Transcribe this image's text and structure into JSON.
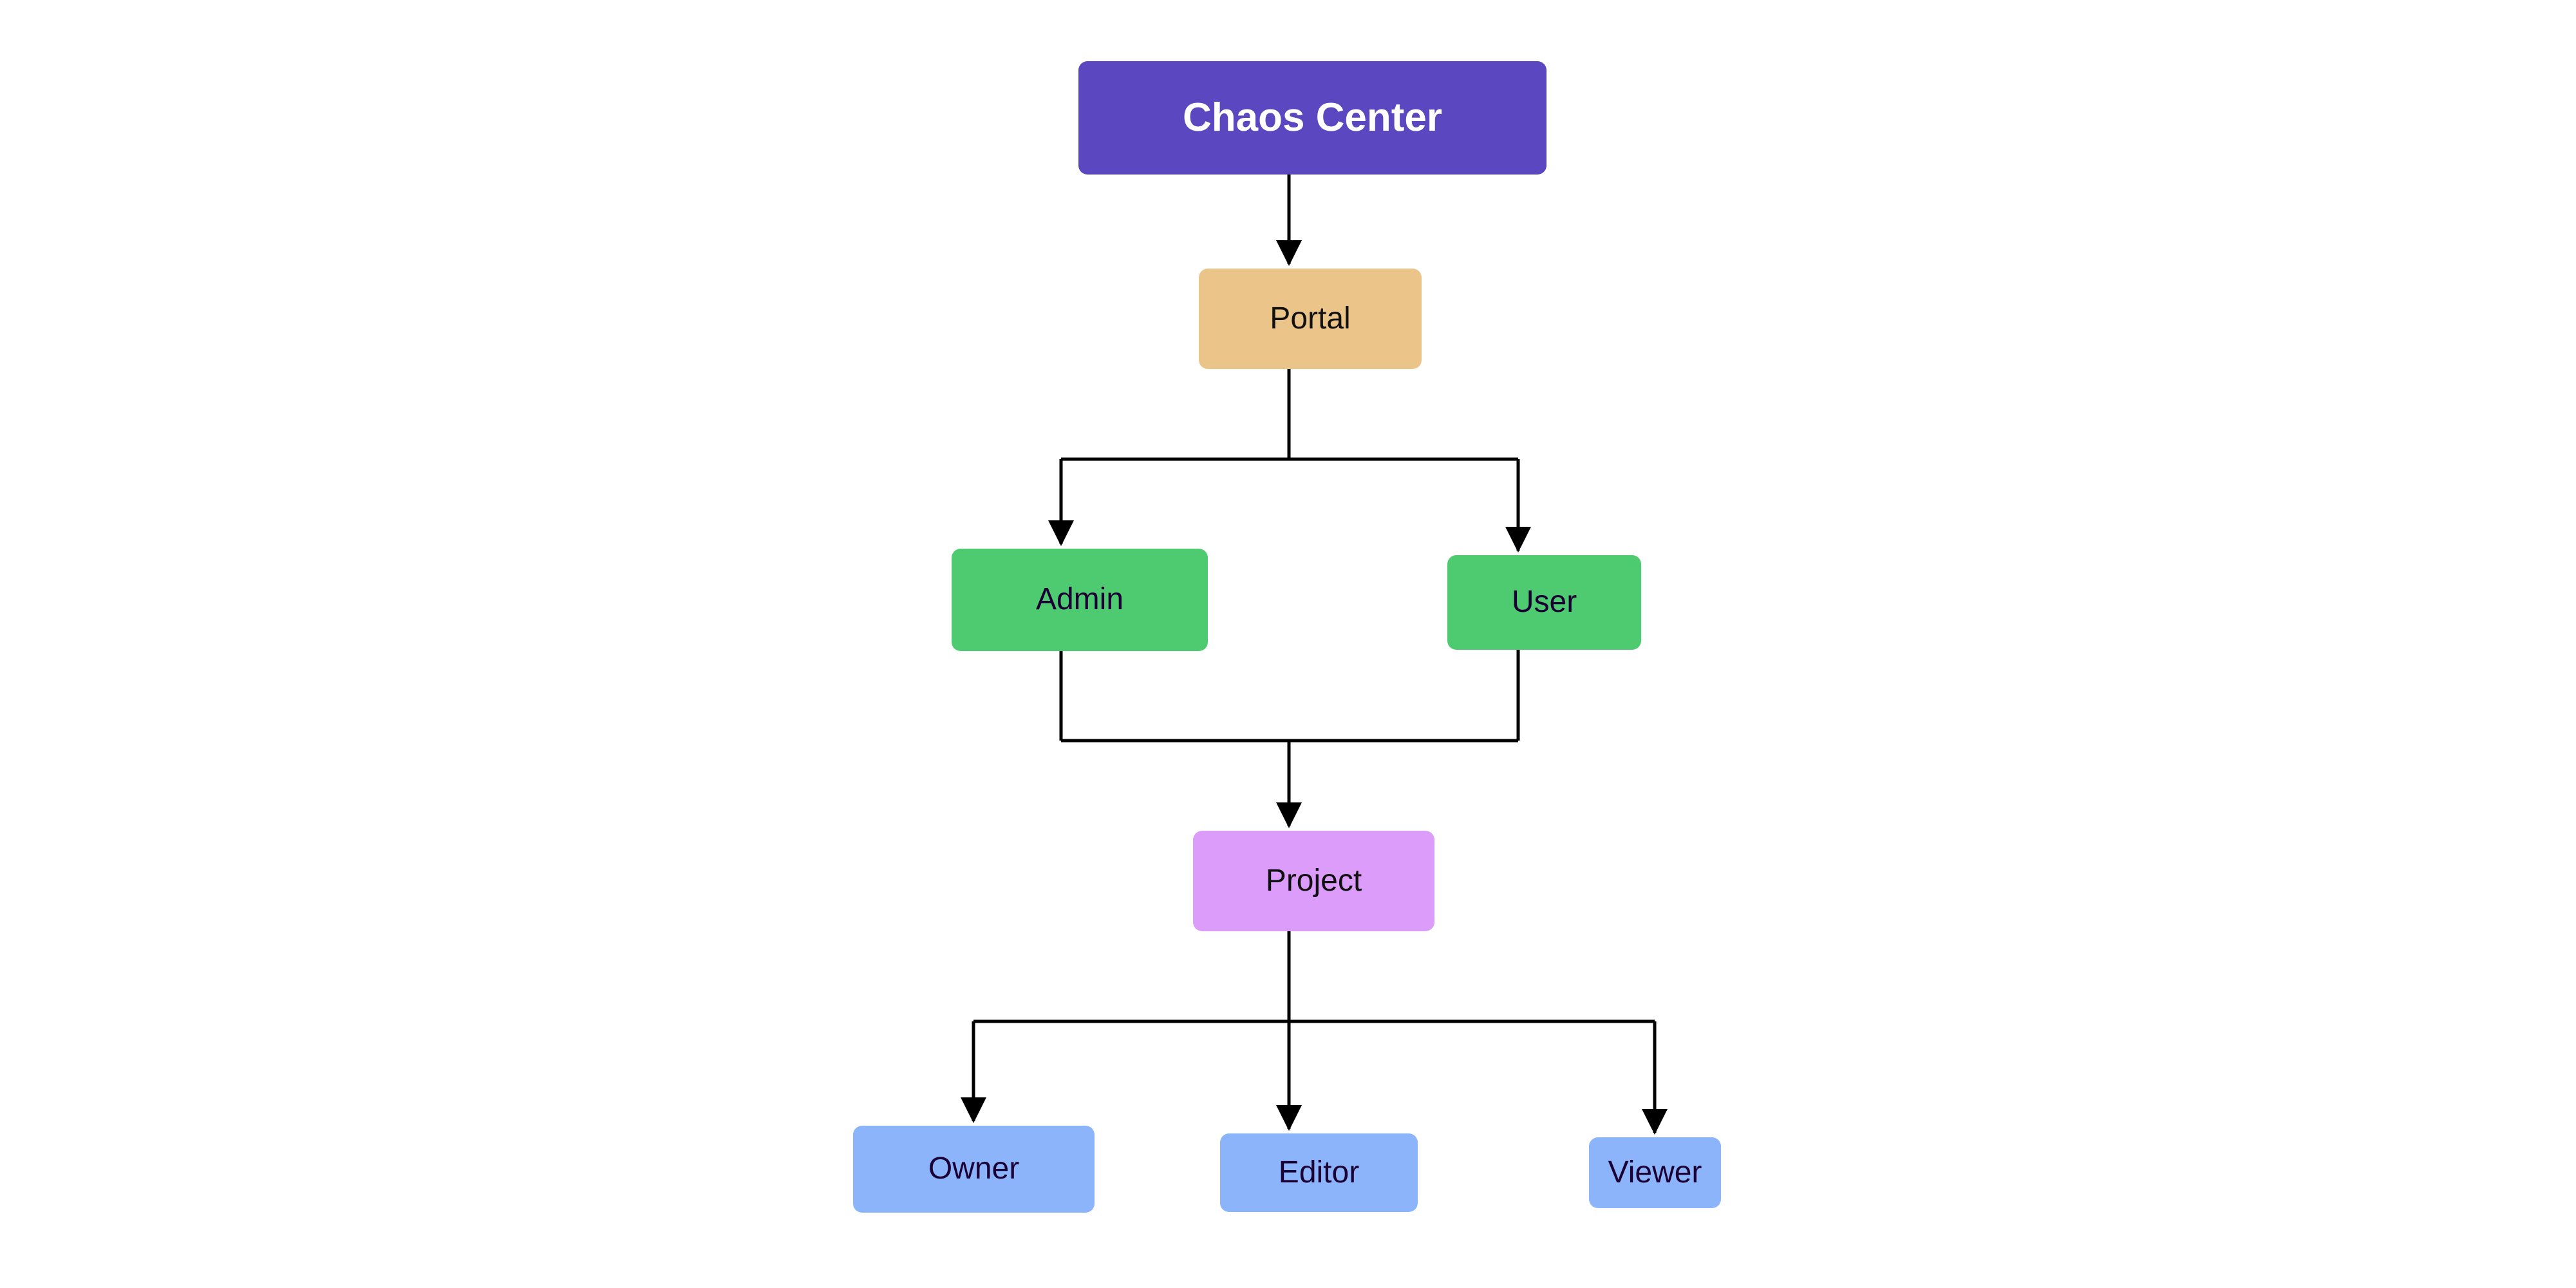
{
  "diagram": {
    "title": "Chaos Center role hierarchy flowchart",
    "background_color": "#FFFFFF",
    "edge_color": "#000000",
    "nodes": [
      {
        "id": "chaos-center",
        "label": "Chaos Center",
        "fill": "#5B47BF",
        "text_color": "#FFFFFF",
        "level": 0
      },
      {
        "id": "portal",
        "label": "Portal",
        "fill": "#EBC489",
        "text_color": "#111111",
        "level": 1
      },
      {
        "id": "admin",
        "label": "Admin",
        "fill": "#4ECB71",
        "text_color": "#1B0033",
        "level": 2
      },
      {
        "id": "user",
        "label": "User",
        "fill": "#4ECB71",
        "text_color": "#1B0033",
        "level": 2
      },
      {
        "id": "project",
        "label": "Project",
        "fill": "#DB9CFA",
        "text_color": "#111111",
        "level": 3
      },
      {
        "id": "owner",
        "label": "Owner",
        "fill": "#8CB4FB",
        "text_color": "#1B0033",
        "level": 4
      },
      {
        "id": "editor",
        "label": "Editor",
        "fill": "#8CB4FB",
        "text_color": "#1B0033",
        "level": 4
      },
      {
        "id": "viewer",
        "label": "Viewer",
        "fill": "#8CB4FB",
        "text_color": "#1B0033",
        "level": 4
      }
    ],
    "edges": [
      {
        "from": "chaos-center",
        "to": "portal",
        "arrow": true
      },
      {
        "from": "portal",
        "to": "admin",
        "arrow": true
      },
      {
        "from": "portal",
        "to": "user",
        "arrow": true
      },
      {
        "from": "admin",
        "to": "project",
        "arrow": true
      },
      {
        "from": "user",
        "to": "project",
        "arrow": true
      },
      {
        "from": "project",
        "to": "owner",
        "arrow": true
      },
      {
        "from": "project",
        "to": "editor",
        "arrow": true
      },
      {
        "from": "project",
        "to": "viewer",
        "arrow": true
      }
    ]
  }
}
